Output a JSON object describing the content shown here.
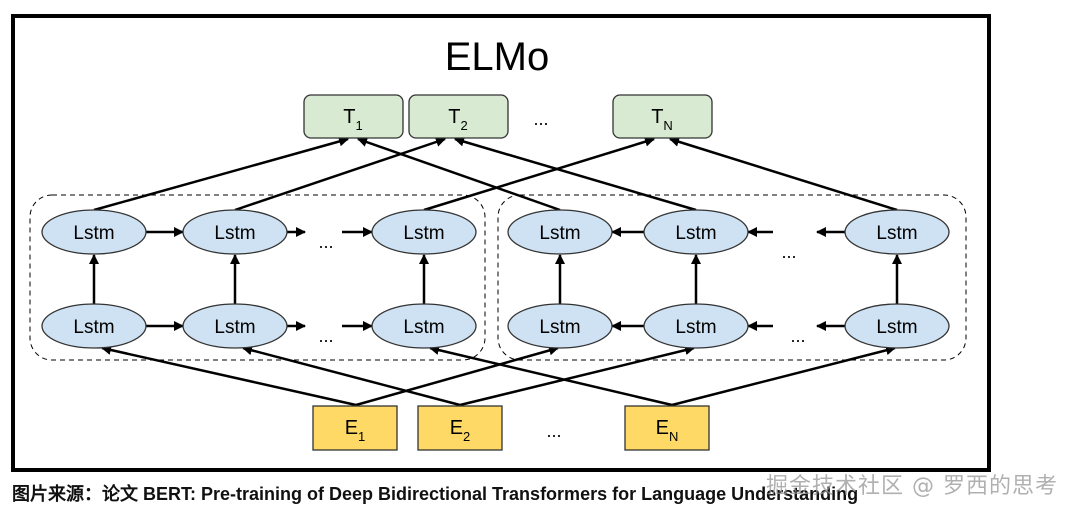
{
  "diagram": {
    "title": "ELMo",
    "outputs": [
      {
        "base": "T",
        "sub": "1"
      },
      {
        "base": "T",
        "sub": "2"
      },
      {
        "base": "T",
        "sub": "N"
      }
    ],
    "inputs": [
      {
        "base": "E",
        "sub": "1"
      },
      {
        "base": "E",
        "sub": "2"
      },
      {
        "base": "E",
        "sub": "N"
      }
    ],
    "ellipsis": "...",
    "lstm_label": "Lstm",
    "forward_group": {
      "direction": "left-to-right",
      "layers": 2,
      "cells_per_layer": 3
    },
    "backward_group": {
      "direction": "right-to-left",
      "layers": 2,
      "cells_per_layer": 3
    },
    "colors": {
      "output_fill": "#d9ead3",
      "input_fill": "#ffd966",
      "lstm_fill": "#cfe2f3",
      "stroke": "#000000"
    }
  },
  "caption": "图片来源：论文 BERT: Pre-training of Deep Bidirectional Transformers for Language Understanding",
  "watermark": "掘金技术社区 @ 罗西的思考"
}
